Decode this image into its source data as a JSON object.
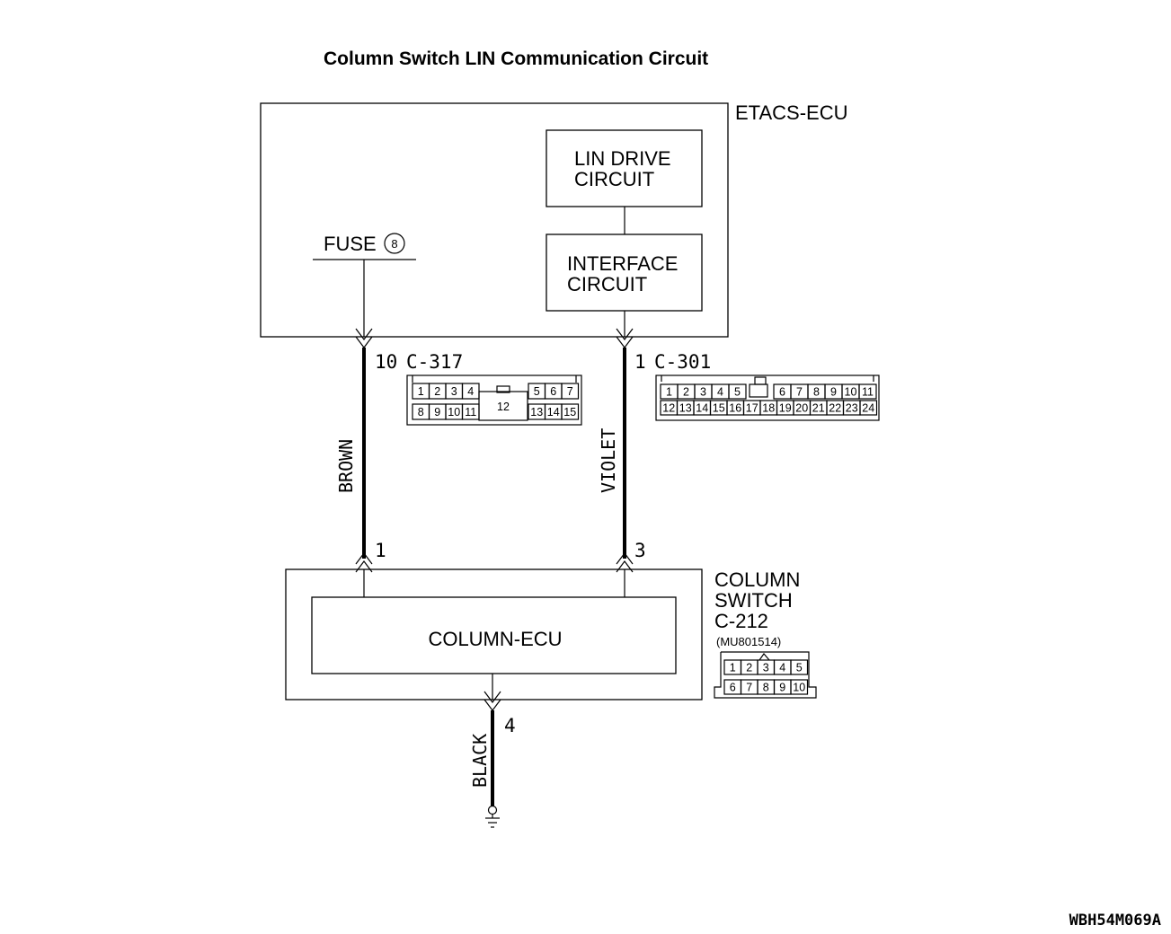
{
  "title": "Column Switch LIN Communication Circuit",
  "figure_code": "WBH54M069A",
  "etacs": {
    "label": "ETACS-ECU",
    "lin_drive": [
      "LIN DRIVE",
      "CIRCUIT"
    ],
    "interface": [
      "INTERFACE",
      "CIRCUIT"
    ],
    "fuse_label": "FUSE",
    "fuse_number": "8"
  },
  "connectors": {
    "c317": {
      "pin_label": "10",
      "name": "C-317",
      "top_left": [
        "1",
        "2",
        "3",
        "4"
      ],
      "top_right": [
        "5",
        "6",
        "7"
      ],
      "bottom_left": [
        "8",
        "9",
        "10",
        "11"
      ],
      "center": "12",
      "bottom_right": [
        "13",
        "14",
        "15"
      ]
    },
    "c301": {
      "pin_label": "1",
      "name": "C-301",
      "top_left": [
        "1",
        "2",
        "3",
        "4",
        "5"
      ],
      "top_right": [
        "6",
        "7",
        "8",
        "9",
        "10",
        "11"
      ],
      "bottom": [
        "12",
        "13",
        "14",
        "15",
        "16",
        "17",
        "18",
        "19",
        "20",
        "21",
        "22",
        "23",
        "24"
      ]
    },
    "c212": {
      "name": "C-212",
      "part": "(MU801514)",
      "top": [
        "1",
        "2",
        "3",
        "4",
        "5"
      ],
      "bottom": [
        "6",
        "7",
        "8",
        "9",
        "10"
      ]
    }
  },
  "wires": {
    "brown": "BROWN",
    "violet": "VIOLET",
    "black": "BLACK"
  },
  "column_switch": {
    "label": [
      "COLUMN",
      "SWITCH"
    ],
    "ecu": "COLUMN-ECU",
    "pin_brown": "1",
    "pin_violet": "3",
    "pin_ground": "4"
  }
}
